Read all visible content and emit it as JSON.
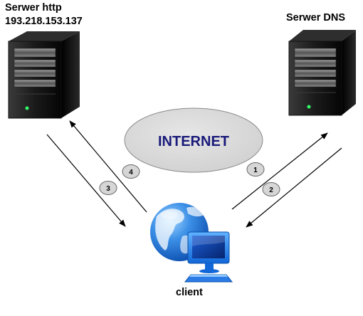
{
  "servers": {
    "http": {
      "name": "Serwer http",
      "ip": "193.218.153.137",
      "icon": "server-tower-icon"
    },
    "dns": {
      "name": "Serwer DNS",
      "icon": "server-tower-icon"
    }
  },
  "cloud": {
    "label": "INTERNET"
  },
  "client": {
    "label": "client",
    "icon": "globe-computer-icon"
  },
  "steps": [
    "1",
    "2",
    "3",
    "4"
  ],
  "colors": {
    "internet_text": "#1a1a7a",
    "cloud_fill": "#d9d9d9",
    "globe_blue": "#1e6fd0",
    "monitor_blue": "#0a2f8c"
  }
}
